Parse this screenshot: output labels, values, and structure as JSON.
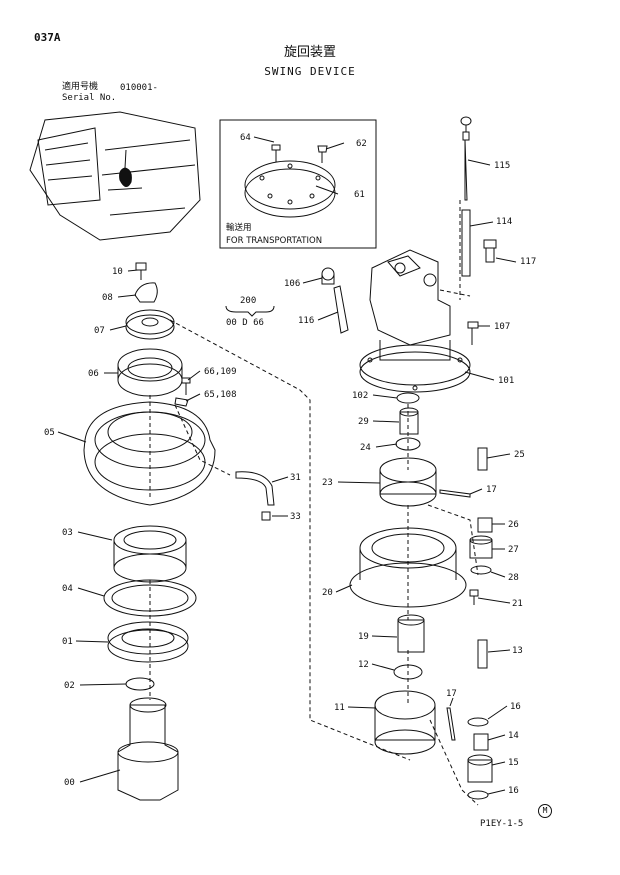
{
  "header": {
    "page_code": "037A",
    "title_jp": "旋回装置",
    "title_en": "SWING DEVICE",
    "serial_label_jp": "適用号機",
    "serial_value": "010001-",
    "serial_label_en": "Serial No."
  },
  "inset": {
    "note_jp": "輸送用",
    "note_en": "FOR TRANSPORTATION"
  },
  "callouts": {
    "c64": "64",
    "c62": "62",
    "c61": "61",
    "c115": "115",
    "c114": "114",
    "c117": "117",
    "c10": "10",
    "c08": "08",
    "c07": "07",
    "c06": "06",
    "c200": "200",
    "c00d66": "00 D 66",
    "c106": "106",
    "c116": "116",
    "c107": "107",
    "c66109": "66,109",
    "c65108": "65,108",
    "c101": "101",
    "c102": "102",
    "c29": "29",
    "c24": "24",
    "c25": "25",
    "c05": "05",
    "c31": "31",
    "c23": "23",
    "c17a": "17",
    "c33": "33",
    "c26": "26",
    "c27": "27",
    "c03": "03",
    "c28": "28",
    "c20": "20",
    "c04": "04",
    "c21": "21",
    "c01": "01",
    "c19": "19",
    "c13": "13",
    "c12": "12",
    "c02": "02",
    "c17b": "17",
    "c11": "11",
    "c16a": "16",
    "c14": "14",
    "c15": "15",
    "c00": "00",
    "c16b": "16"
  },
  "footer": {
    "ref_code": "P1EY-1-5",
    "mark": "M"
  }
}
